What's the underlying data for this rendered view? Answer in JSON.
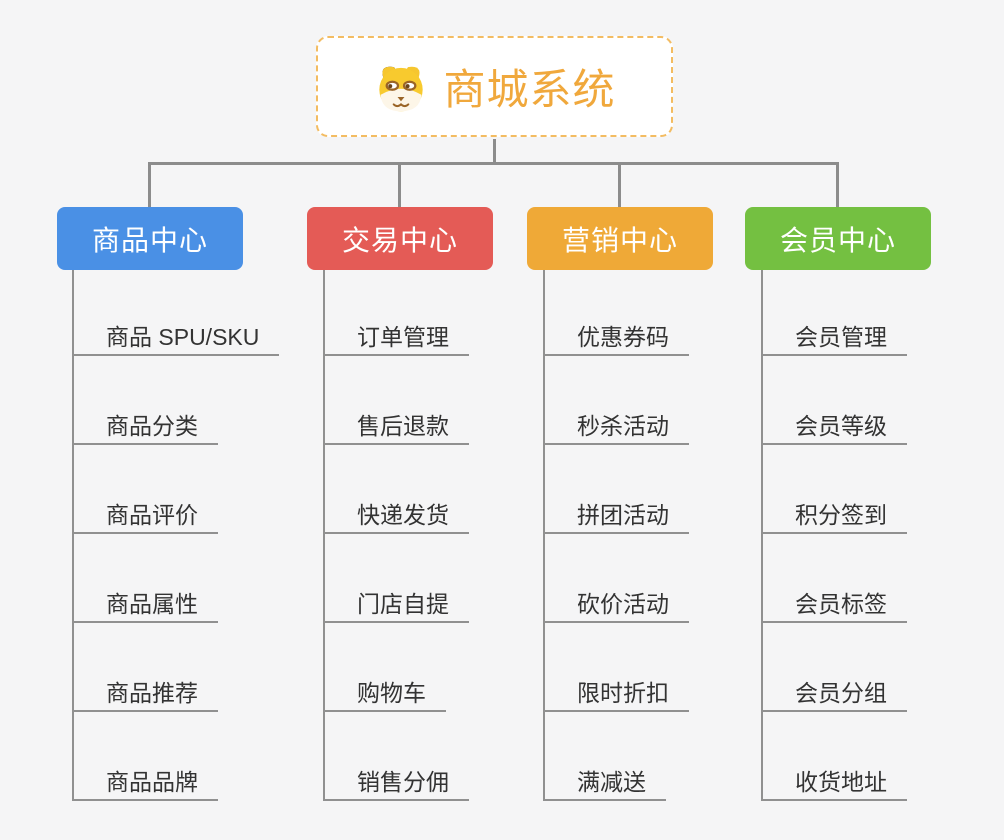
{
  "title": "商城系统",
  "background": "#f5f5f6",
  "connector_color": "#8c8c8c",
  "root": {
    "label": "商城系统",
    "icon": "dog-mascot-icon",
    "text_color": "#f0a83c",
    "border_color": "#f3bc62",
    "background": "#ffffff"
  },
  "branches": [
    {
      "label": "商品中心",
      "color": "#4a90e5",
      "children": [
        "商品 SPU/SKU",
        "商品分类",
        "商品评价",
        "商品属性",
        "商品推荐",
        "商品品牌"
      ]
    },
    {
      "label": "交易中心",
      "color": "#e45b56",
      "children": [
        "订单管理",
        "售后退款",
        "快递发货",
        "门店自提",
        "购物车",
        "销售分佣"
      ]
    },
    {
      "label": "营销中心",
      "color": "#efa937",
      "children": [
        "优惠券码",
        "秒杀活动",
        "拼团活动",
        "砍价活动",
        "限时折扣",
        "满减送"
      ]
    },
    {
      "label": "会员中心",
      "color": "#74c041",
      "children": [
        "会员管理",
        "会员等级",
        "积分签到",
        "会员标签",
        "会员分组",
        "收货地址"
      ]
    }
  ]
}
